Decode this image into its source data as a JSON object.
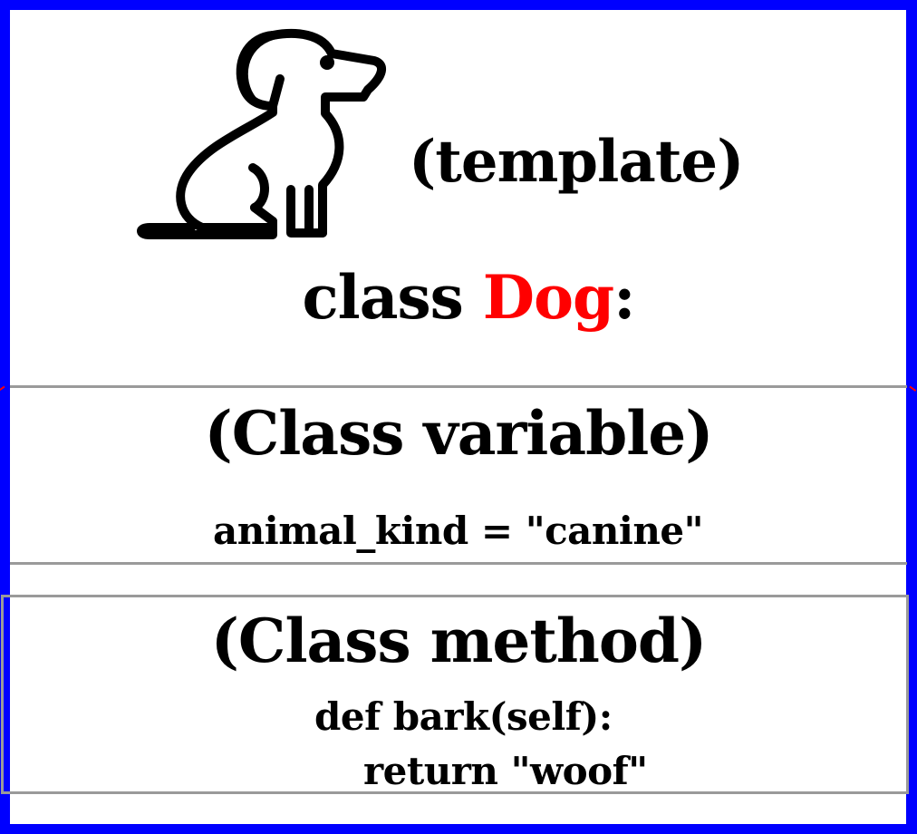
{
  "header": {
    "icon": "dog-icon",
    "template_label": "(template)"
  },
  "class_declaration": {
    "keyword": "class",
    "name": "Dog",
    "suffix": ":",
    "name_color": "#ff0000"
  },
  "class_variable_section": {
    "heading": "(Class variable)",
    "code": "animal_kind = \"canine\""
  },
  "class_method_section": {
    "heading": "(Class method)",
    "code_line_1": "def bark(self):",
    "code_line_2": "return \"woof\""
  },
  "colors": {
    "frame_border": "#0000ff",
    "divider": "#9a9a9a",
    "accent": "#ff0000"
  }
}
